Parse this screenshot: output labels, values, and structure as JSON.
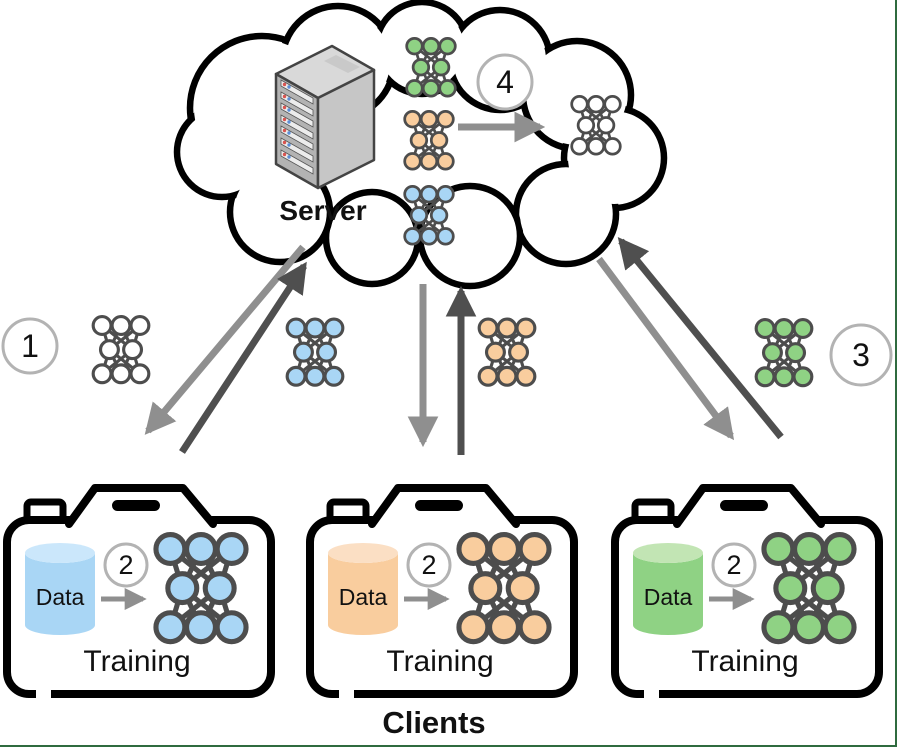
{
  "server": {
    "label": "Server"
  },
  "footer": {
    "label": "Clients"
  },
  "badges": {
    "step1": "1",
    "step2": "2",
    "step3": "3",
    "step4": "4"
  },
  "clients": [
    {
      "color": "blue",
      "data_label": "Data",
      "step_label": "2",
      "training_label": "Training"
    },
    {
      "color": "orange",
      "data_label": "Data",
      "step_label": "2",
      "training_label": "Training"
    },
    {
      "color": "green",
      "data_label": "Data",
      "step_label": "2",
      "training_label": "Training"
    }
  ],
  "icons": {
    "cloud": "cloud-icon",
    "server": "server-rack-icon",
    "model": "neural-network-icon",
    "data": "database-cylinder-icon",
    "client": "camera-device-icon"
  },
  "colors": {
    "model_blue": "#A9D6F5",
    "model_blue_light": "#CBE7FB",
    "model_orange": "#F9CD9E",
    "model_orange_light": "#FBDFC4",
    "model_green": "#8FD284",
    "model_green_light": "#C2E5B4",
    "model_white": "#FFFFFF",
    "node_stroke": "#4D4D4D",
    "arrow_light": "#8F8F8F",
    "arrow_dark": "#4F4F4F",
    "badge_border": "#B3B3B3",
    "outline": "#000000",
    "text": "#111111",
    "frame_green": "#2F6B3F",
    "server_face_light": "#D9D9D9",
    "server_face_mid": "#C6C6C6",
    "server_face_dark": "#B3B3B3"
  }
}
